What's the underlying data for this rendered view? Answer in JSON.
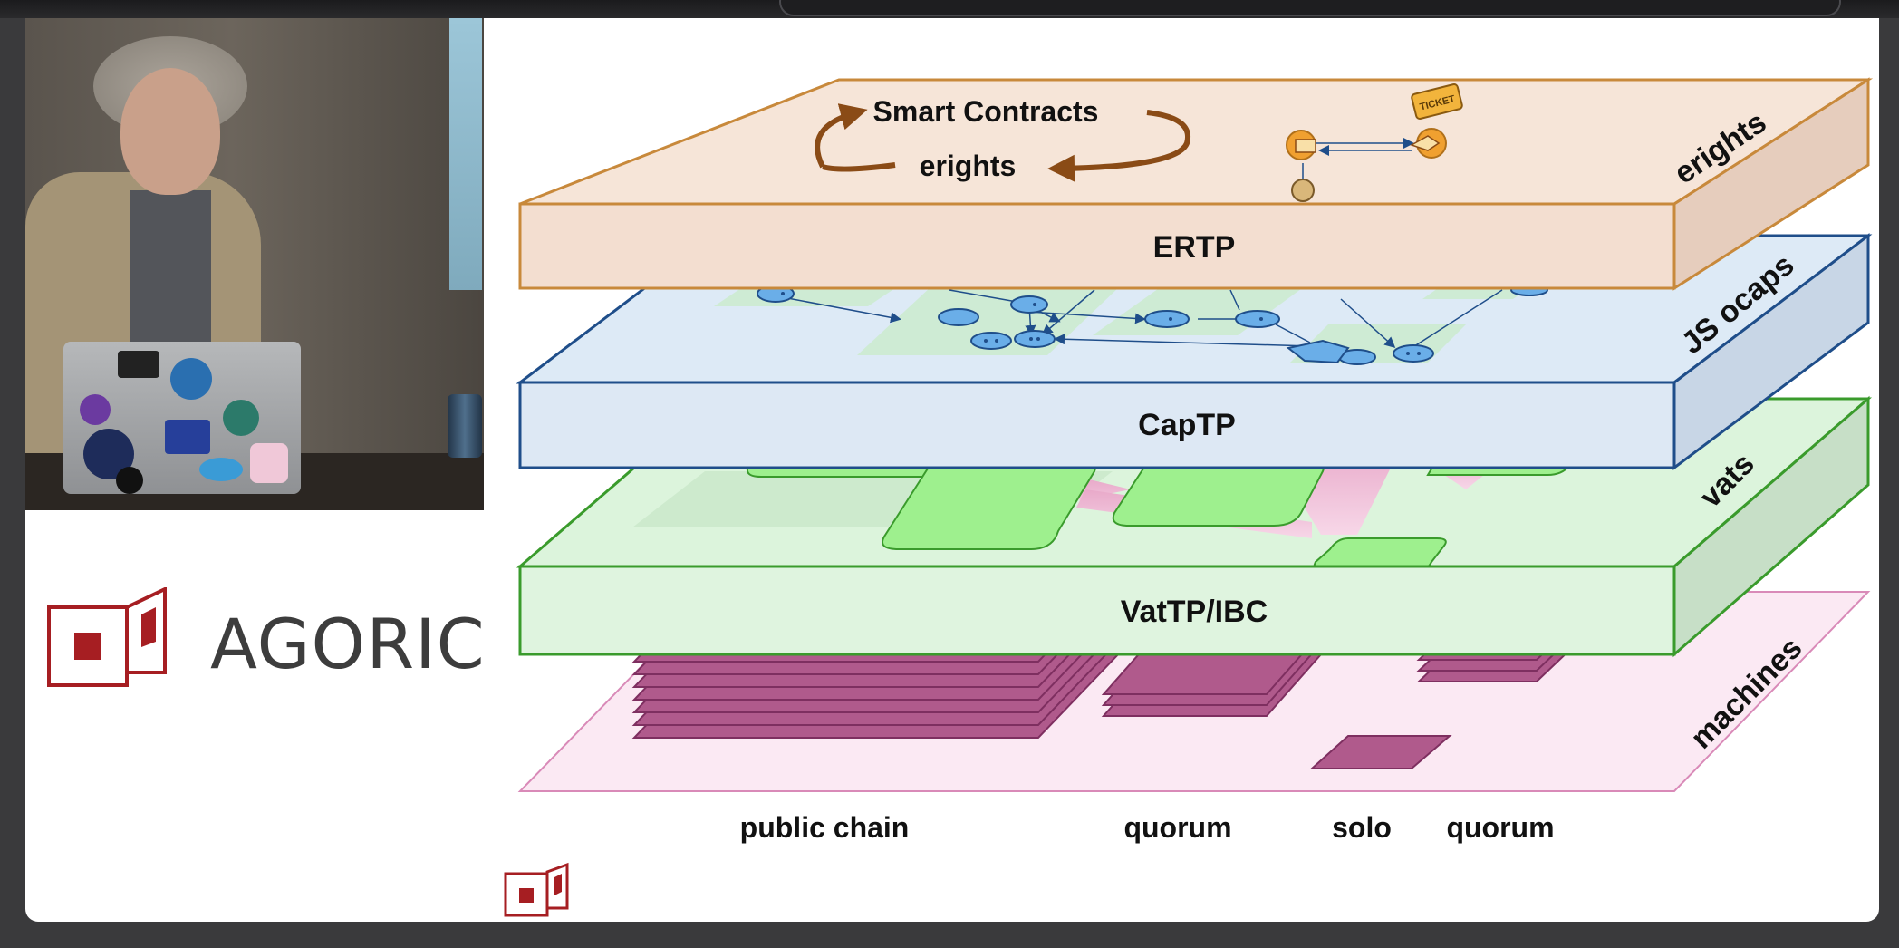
{
  "presenter_video": {
    "description_icons": [
      "presenter",
      "laptop",
      "stickers"
    ]
  },
  "brand": {
    "name": "AGORIC",
    "mark_color": "#a61e22"
  },
  "diagram": {
    "layers": [
      {
        "front_label": "ERTP",
        "side_label": "erights",
        "top_color": "#f6e5d8",
        "front_color": "#f3ded0",
        "edge_color": "#c8893b"
      },
      {
        "front_label": "CapTP",
        "side_label": "JS ocaps",
        "top_color": "#ddeaf6",
        "front_color": "#dde8f4",
        "edge_color": "#1f4e8a"
      },
      {
        "front_label": "VatTP/IBC",
        "side_label": "vats",
        "top_color": "#dcf4dc",
        "front_color": "#dff4df",
        "edge_color": "#3a9b2c"
      },
      {
        "side_label": "machines",
        "top_color": "#fbe9f3",
        "edge_color": "#d98ab8"
      }
    ],
    "top_cycle": {
      "line1": "Smart Contracts",
      "line2": "erights",
      "arrow_color": "#8a4b16"
    },
    "ticket_label": "TICKET",
    "machine_groups": [
      "public chain",
      "quorum",
      "solo",
      "quorum"
    ],
    "colors": {
      "vat_green": "#9ef08e",
      "machine_magenta": "#b05a8c",
      "node_blue": "#6aaee8"
    }
  }
}
